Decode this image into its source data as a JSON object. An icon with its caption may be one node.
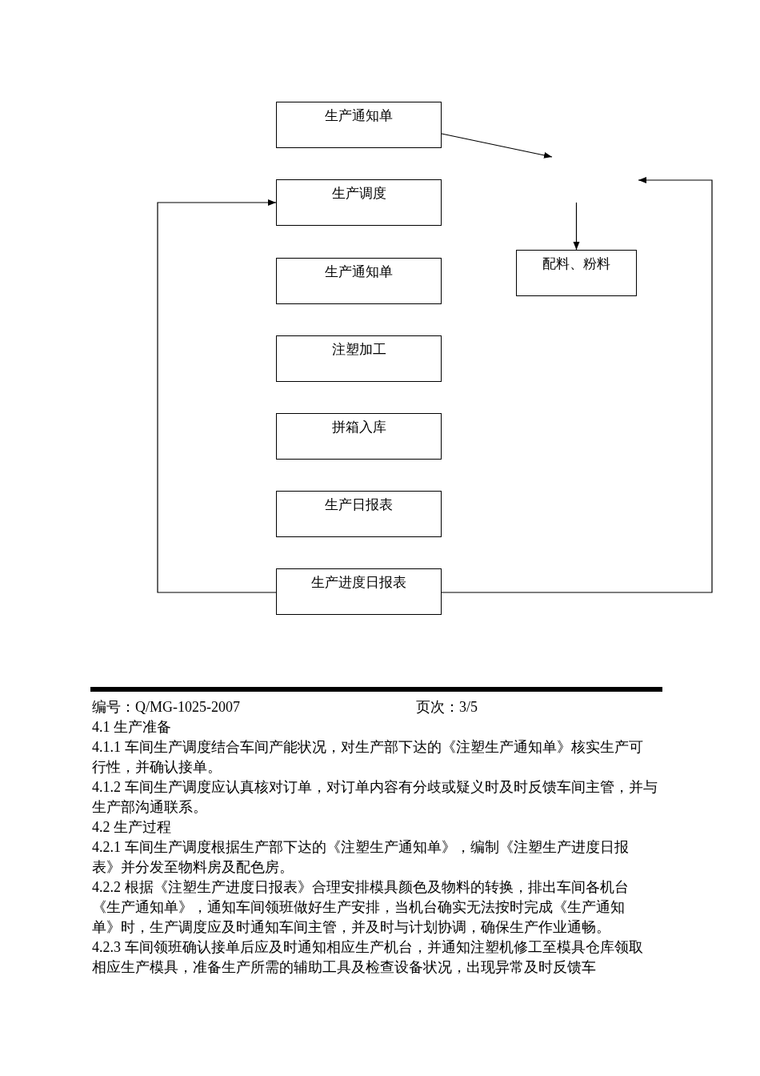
{
  "diagram": {
    "nodes": [
      {
        "text": [
          "生产通知单"
        ]
      },
      {
        "text": [
          "生产调度"
        ]
      },
      {
        "text": [
          "配料、粉料"
        ]
      },
      {
        "text": [
          "生产通知单"
        ]
      },
      {
        "text": [
          "注塑加工"
        ]
      },
      {
        "text": [
          "拼箱入库"
        ]
      },
      {
        "text": [
          "生产日报表"
        ]
      },
      {
        "text": [
          "生产进度日报表"
        ]
      }
    ],
    "edges": [
      {
        "from": 0,
        "to": null,
        "arrow": "to"
      },
      {
        "from": null,
        "to": 2,
        "arrow": "to"
      },
      {
        "from": 7,
        "to": 1,
        "arrow": "to"
      },
      {
        "from": 7,
        "to": null,
        "arrow": "to"
      }
    ],
    "labels": [
      "编号：Q/MG-1025-2007",
      "页次：3/5",
      "4.1 生产准备",
      "4.1.1 车间生产调度结合车间产能状况，对生产部下达的《注塑生产通知单》核实生产可行性，并确认接单。",
      "4.1.2 车间生产调度应认真核对订单，对订单内容有分歧或疑义时及时反馈车间主管，并与生产部沟通联系。",
      "4.2 生产过程",
      "4.2.1 车间生产调度根据生产部下达的《注塑生产通知单》，编制《注塑生产进度日报表》并分发至物料房及配色房。",
      "4.2.2 根据《注塑生产进度日报表》合理安排模具颜色及物料的转换，排出车间各机台《生产通知单》，通知车间领班做好生产安排，当机台确实无法按时完成《生产通知单》时，生产调度应及时通知车间主管，并及时与计划协调，确保生产作业通畅。",
      "4.2.3 车间领班确认接单后应及时通知相应生产机台，并通知注塑机修工至模具仓库领取相应生产模具，准备生产所需的辅助工具及检查设备状况，出现异常及时反馈车"
    ]
  }
}
